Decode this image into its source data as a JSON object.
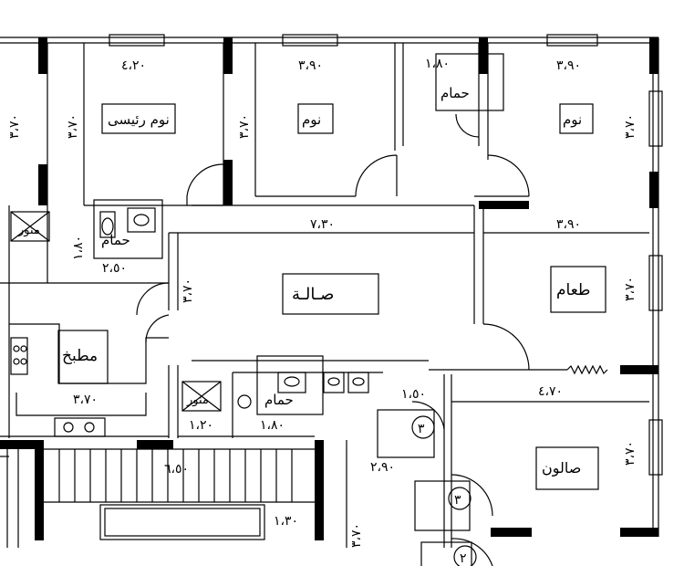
{
  "room_labels": {
    "master_bedroom": "نوم رئيسى",
    "bedroom_1": "نوم",
    "bedroom_2": "نوم",
    "bath_top": "حمام",
    "bath_left": "حمام",
    "bath_center": "حمام",
    "hall": "صـالـة",
    "dining": "طعام",
    "kitchen": "مطبخ",
    "salon": "صالون",
    "light_well_1": "منور",
    "light_well_2": "منور"
  },
  "dimensions": {
    "d_420": "٤،٢٠",
    "d_390_a": "٣،٩٠",
    "d_180_a": "١،٨٠",
    "d_390_b": "٣،٩٠",
    "d_370_a": "٣،٧٠",
    "d_370_b": "٣،٧٠",
    "d_370_c": "٣،٧٠",
    "d_370_d": "٣،٧٠",
    "d_730": "٧،٣٠",
    "d_390_c": "٣،٩٠",
    "d_370_e": "٣،٧٠",
    "d_250": "٢،٥٠",
    "d_180_b": "١،٨٠",
    "d_370_f": "٣،٧٠",
    "d_370_g": "٣،٧٠",
    "d_150": "١،٥٠",
    "d_470": "٤،٧٠",
    "d_120": "١،٢٠",
    "d_180_c": "١،٨٠",
    "d_290": "٢،٩٠",
    "d_650": "٦،٥٠",
    "d_130": "١،٣٠",
    "d_370_h": "٣،٧٠",
    "d_370_i": "٣،٧٠"
  },
  "markers": {
    "m3a": "٣",
    "m3b": "٣",
    "m2": "٢"
  }
}
